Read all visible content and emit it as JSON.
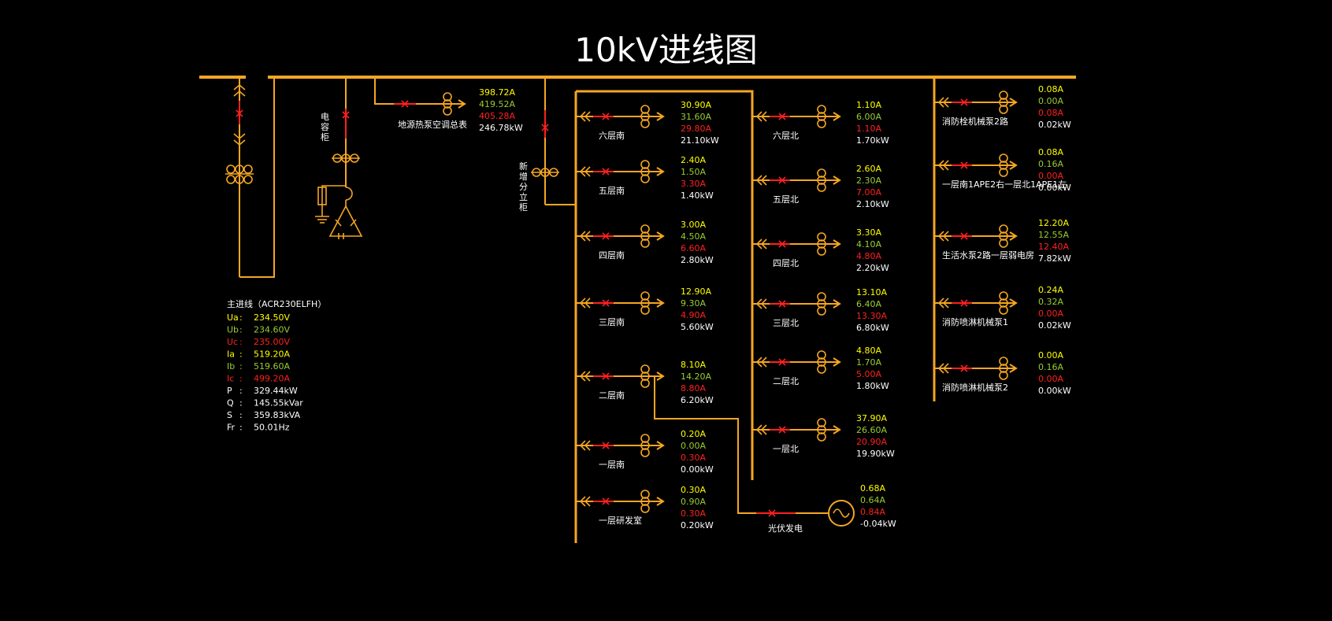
{
  "title": "10kV进线图",
  "colors": {
    "line": "#f5a623",
    "breaker": "#ff2020",
    "phase_a": "#ffff00",
    "phase_b": "#9acd32",
    "phase_c": "#ff2020",
    "power": "#ffffff"
  },
  "capacitor_label": "电容柜",
  "new_cabinet_label": "新增分立柜",
  "top_feeder": {
    "name": "地源热泵空调总表",
    "ia": "398.72A",
    "ib": "419.52A",
    "ic": "405.28A",
    "p": "246.78kW"
  },
  "main_incoming": {
    "title": "主进线（ACR230ELFH）",
    "rows": [
      {
        "k": "Ua",
        "s": ":",
        "v": "234.50V",
        "c": "y"
      },
      {
        "k": "Ub",
        "s": ":",
        "v": "234.60V",
        "c": "g"
      },
      {
        "k": "Uc",
        "s": ":",
        "v": "235.00V",
        "c": "r"
      },
      {
        "k": "Ia",
        "s": ":",
        "v": "519.20A",
        "c": "y"
      },
      {
        "k": "Ib",
        "s": ":",
        "v": "519.60A",
        "c": "g"
      },
      {
        "k": "Ic",
        "s": ":",
        "v": "499.20A",
        "c": "r"
      },
      {
        "k": "P",
        "s": ":",
        "v": "329.44kW",
        "c": "w"
      },
      {
        "k": "Q",
        "s": ":",
        "v": "145.55kVar",
        "c": "w"
      },
      {
        "k": "S",
        "s": ":",
        "v": "359.83kVA",
        "c": "w"
      },
      {
        "k": "Fr",
        "s": ":",
        "v": "50.01Hz",
        "c": "w"
      }
    ]
  },
  "south_feeders": [
    {
      "name": "六层南",
      "ia": "30.90A",
      "ib": "31.60A",
      "ic": "29.80A",
      "p": "21.10kW"
    },
    {
      "name": "五层南",
      "ia": "2.40A",
      "ib": "1.50A",
      "ic": "3.30A",
      "p": "1.40kW"
    },
    {
      "name": "四层南",
      "ia": "3.00A",
      "ib": "4.50A",
      "ic": "6.60A",
      "p": "2.80kW"
    },
    {
      "name": "三层南",
      "ia": "12.90A",
      "ib": "9.30A",
      "ic": "4.90A",
      "p": "5.60kW"
    },
    {
      "name": "二层南",
      "ia": "8.10A",
      "ib": "14.20A",
      "ic": "8.80A",
      "p": "6.20kW"
    },
    {
      "name": "一层南",
      "ia": "0.20A",
      "ib": "0.00A",
      "ic": "0.30A",
      "p": "0.00kW"
    },
    {
      "name": "一层研发室",
      "ia": "0.30A",
      "ib": "0.90A",
      "ic": "0.30A",
      "p": "0.20kW"
    }
  ],
  "north_feeders": [
    {
      "name": "六层北",
      "ia": "1.10A",
      "ib": "6.00A",
      "ic": "1.10A",
      "p": "1.70kW"
    },
    {
      "name": "五层北",
      "ia": "2.60A",
      "ib": "2.30A",
      "ic": "7.00A",
      "p": "2.10kW"
    },
    {
      "name": "四层北",
      "ia": "3.30A",
      "ib": "4.10A",
      "ic": "4.80A",
      "p": "2.20kW"
    },
    {
      "name": "三层北",
      "ia": "13.10A",
      "ib": "6.40A",
      "ic": "13.30A",
      "p": "6.80kW"
    },
    {
      "name": "二层北",
      "ia": "4.80A",
      "ib": "1.70A",
      "ic": "5.00A",
      "p": "1.80kW"
    },
    {
      "name": "一层北",
      "ia": "37.90A",
      "ib": "26.60A",
      "ic": "20.90A",
      "p": "19.90kW"
    }
  ],
  "right_feeders": [
    {
      "name": "消防栓机械泵2路",
      "ia": "0.08A",
      "ib": "0.00A",
      "ic": "0.08A",
      "p": "0.02kW"
    },
    {
      "name": "一层南1APE2右一层北1APE1左",
      "ia": "0.08A",
      "ib": "0.16A",
      "ic": "0.00A",
      "p": "0.00kW"
    },
    {
      "name": "生活水泵2路一层弱电房",
      "ia": "12.20A",
      "ib": "12.55A",
      "ic": "12.40A",
      "p": "7.82kW"
    },
    {
      "name": "消防喷淋机械泵1",
      "ia": "0.24A",
      "ib": "0.32A",
      "ic": "0.00A",
      "p": "0.02kW"
    },
    {
      "name": "消防喷淋机械泵2",
      "ia": "0.00A",
      "ib": "0.16A",
      "ic": "0.00A",
      "p": "0.00kW"
    }
  ],
  "pv": {
    "name": "光伏发电",
    "ia": "0.68A",
    "ib": "0.64A",
    "ic": "0.84A",
    "p": "-0.04kW"
  }
}
